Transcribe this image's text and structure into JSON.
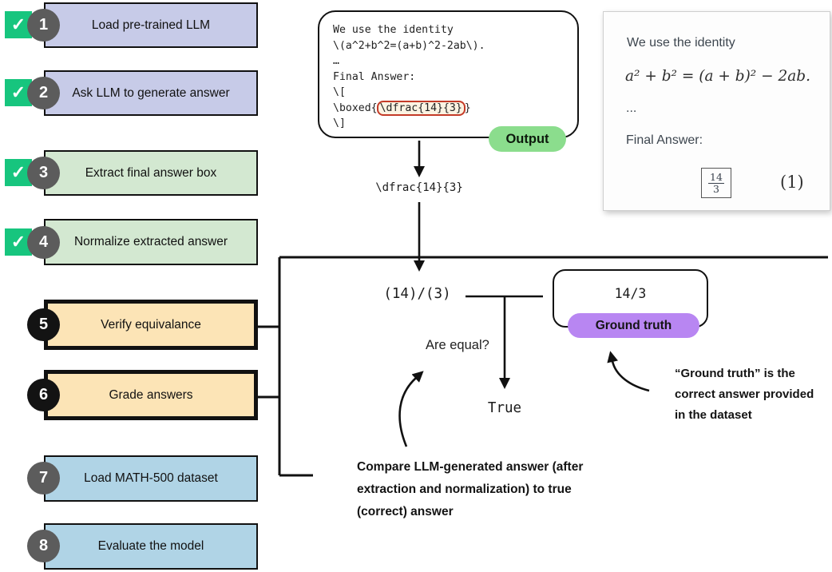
{
  "steps": [
    {
      "num": "1",
      "label": "Load pre-trained LLM",
      "checked": true,
      "badge": "gray"
    },
    {
      "num": "2",
      "label": "Ask LLM to generate answer",
      "checked": true,
      "badge": "gray"
    },
    {
      "num": "3",
      "label": "Extract final answer box",
      "checked": true,
      "badge": "gray"
    },
    {
      "num": "4",
      "label": "Normalize extracted answer",
      "checked": true,
      "badge": "gray"
    },
    {
      "num": "5",
      "label": "Verify equivalance",
      "checked": false,
      "badge": "black"
    },
    {
      "num": "6",
      "label": "Grade answers",
      "checked": false,
      "badge": "black"
    },
    {
      "num": "7",
      "label": "Load MATH-500 dataset",
      "checked": false,
      "badge": "gray"
    },
    {
      "num": "8",
      "label": "Evaluate the model",
      "checked": false,
      "badge": "gray"
    }
  ],
  "check_glyph": "✓",
  "llm_output": {
    "lines": {
      "l1": "We use the identity",
      "l2": "\\(a^2+b^2=(a+b)^2-2ab\\).",
      "l3": "…",
      "l4": "Final Answer:",
      "l5": "\\["
    },
    "boxed_prefix": "\\boxed{",
    "boxed_highlight": "\\dfrac{14}{3}",
    "boxed_suffix": "}",
    "closing": "\\]",
    "output_label": "Output"
  },
  "rendered_panel": {
    "intro": "We use the identity",
    "math": "a² + b² = (a + b)² − 2ab.",
    "ellipsis": "...",
    "final_answer_label": "Final Answer:",
    "fraction_numerator": "14",
    "fraction_denominator": "3",
    "equation_number": "(1)"
  },
  "flow": {
    "extracted": "\\dfrac{14}{3}",
    "normalized": "(14)/(3)",
    "question": "Are equal?",
    "result": "True",
    "ground_truth_value": "14/3",
    "ground_truth_label": "Ground truth"
  },
  "annotations": {
    "ground_truth_note": [
      "“Ground truth” is the",
      "correct answer provided",
      "in the dataset"
    ],
    "compare_note": [
      "Compare LLM-generated answer (after",
      "extraction and normalization) to true",
      "(correct) answer"
    ]
  },
  "colors": {
    "lavender": "#c7cbe8",
    "mint": "#d3e8d1",
    "peach": "#fce4b6",
    "blue": "#b0d4e6",
    "check_green": "#17c57e",
    "output_green": "#8bdd8d",
    "ground_truth_purple": "#b886f2",
    "highlight_red": "#c43b28"
  }
}
